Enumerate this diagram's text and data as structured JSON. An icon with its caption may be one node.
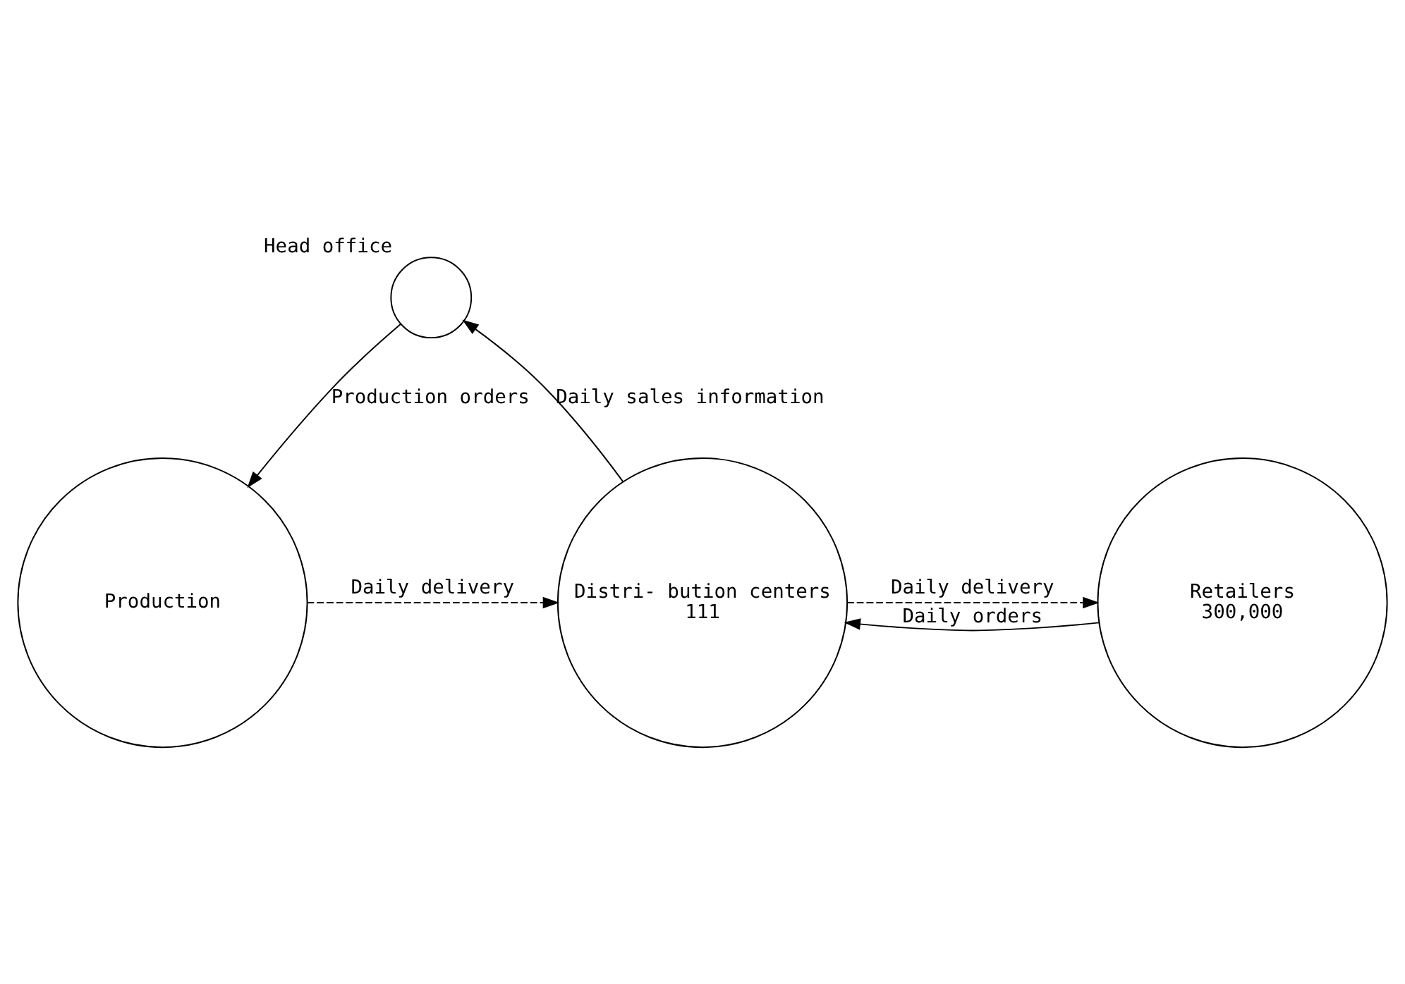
{
  "diagram": {
    "nodes": [
      {
        "text": [
          "Head office"
        ]
      },
      {
        "text": [
          "Production"
        ]
      },
      {
        "text": [
          "Distri- bution centers",
          "111"
        ]
      },
      {
        "text": [
          "Retailers",
          "300,000"
        ]
      }
    ],
    "edges": [
      {
        "from": 0,
        "to": 1,
        "arrow": "to",
        "label": "Production orders"
      },
      {
        "from": 2,
        "to": 0,
        "arrow": "to",
        "label": "Daily sales information"
      },
      {
        "from": 1,
        "to": 2,
        "arrow": "to",
        "label": "Daily delivery",
        "style": "dashed"
      },
      {
        "from": 3,
        "to": 2,
        "arrow": "to",
        "label": "Daily orders"
      },
      {
        "from": 2,
        "to": 3,
        "arrow": "to",
        "label": "Daily delivery",
        "style": "dashed"
      }
    ]
  }
}
